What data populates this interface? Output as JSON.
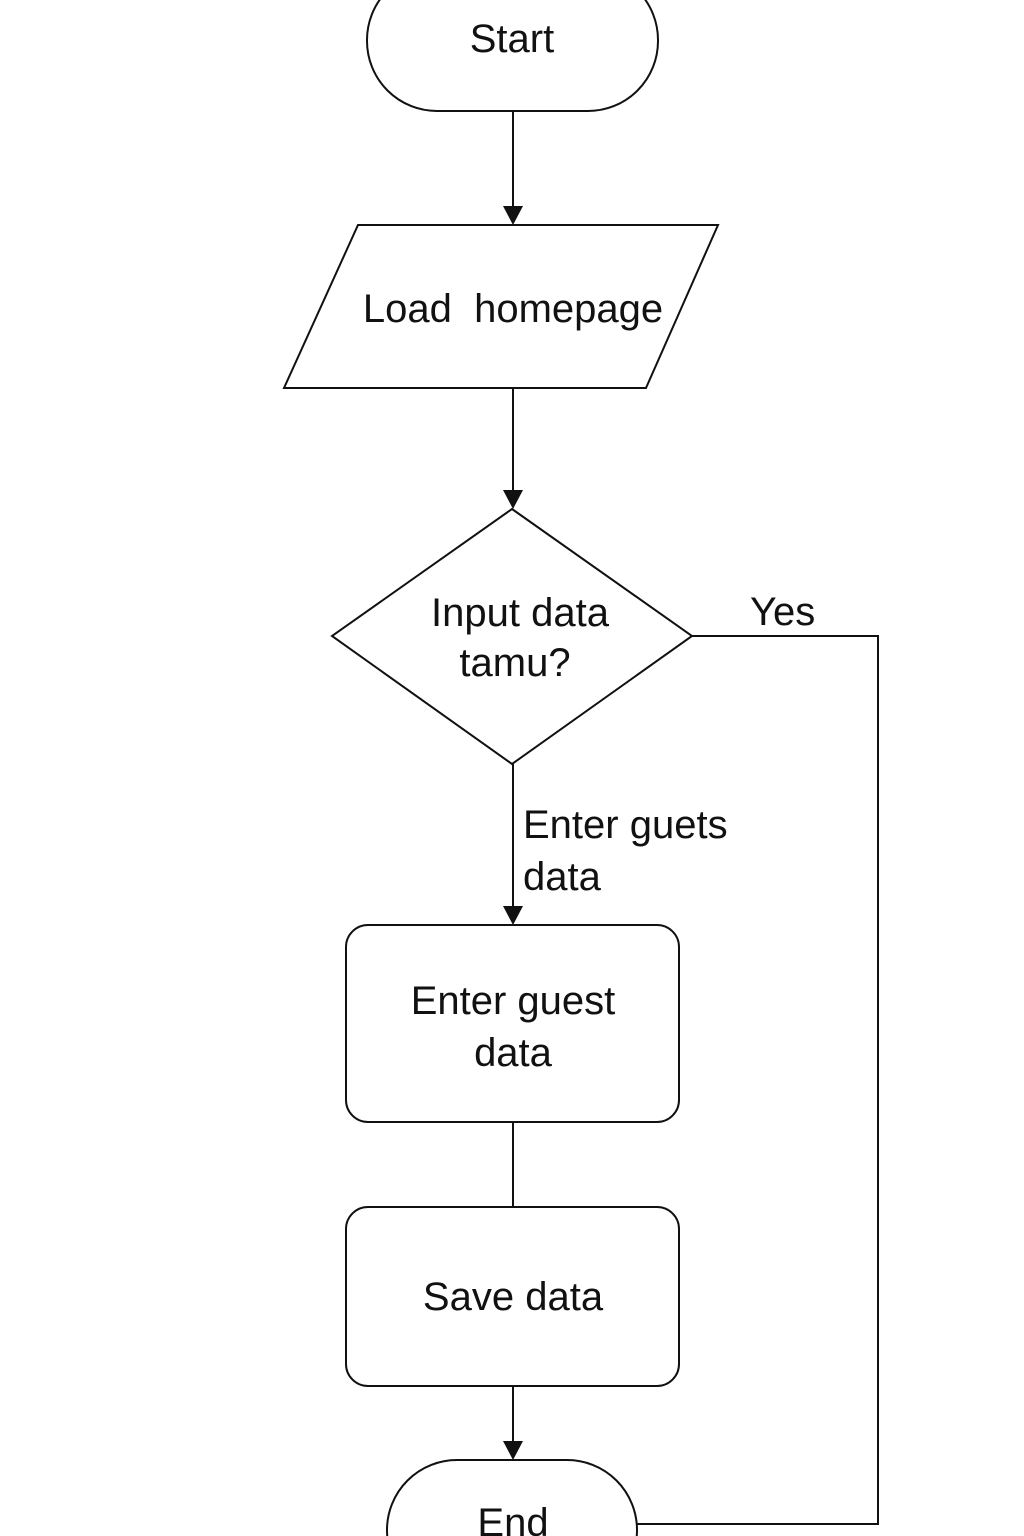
{
  "nodes": {
    "start": {
      "label": "Start"
    },
    "load_homepage": {
      "label": "Load  homepage"
    },
    "decision": {
      "line1": "Input data",
      "line2": "tamu?"
    },
    "enter_guest_data": {
      "line1": "Enter guest",
      "line2": "data"
    },
    "save_data": {
      "label": "Save data"
    },
    "end": {
      "label": "End"
    }
  },
  "edges": {
    "yes_label": "Yes",
    "enter_label_line1": "Enter guets",
    "enter_label_line2": "data"
  },
  "colors": {
    "stroke": "#111111",
    "fill": "#ffffff"
  }
}
